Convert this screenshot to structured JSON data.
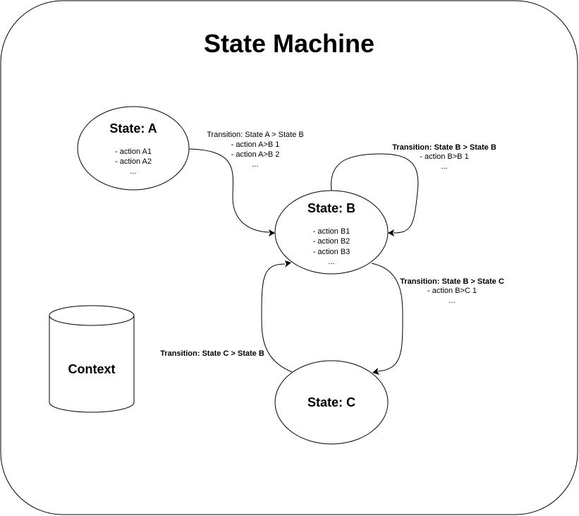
{
  "diagram": {
    "title": "State Machine",
    "states": {
      "a": {
        "title": "State: A",
        "actions": [
          "- action A1",
          "- action A2",
          "..."
        ]
      },
      "b": {
        "title": "State: B",
        "actions": [
          "- action B1",
          "- action B2",
          "- action B3",
          "..."
        ]
      },
      "c": {
        "title": "State: C"
      }
    },
    "context": {
      "label": "Context"
    },
    "transitions": {
      "a_to_b": {
        "title": "Transition: State A > State B",
        "lines": [
          "- action A>B 1",
          "- action A>B 2",
          "..."
        ]
      },
      "b_to_b": {
        "title": "Transition: State B > State B",
        "lines": [
          "- action B>B 1",
          "..."
        ]
      },
      "b_to_c": {
        "title": "Transition: State B > State C",
        "lines": [
          "- action B>C 1",
          "..."
        ]
      },
      "c_to_b": {
        "title": "Transition: State C > State B"
      }
    }
  }
}
